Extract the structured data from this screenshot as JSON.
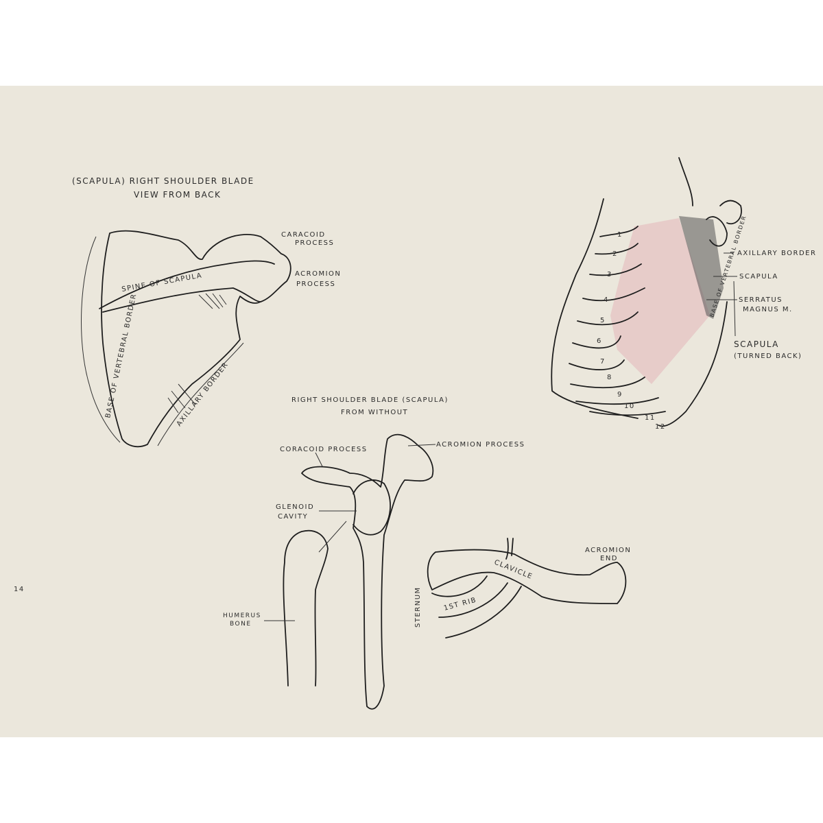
{
  "figure_back": {
    "title_line1": "(SCAPULA) RIGHT SHOULDER BLADE",
    "title_line2": "VIEW FROM BACK",
    "labels": {
      "coracoid_1": "CARACOID",
      "coracoid_2": "PROCESS",
      "acromion_1": "ACROMION",
      "acromion_2": "PROCESS",
      "spine": "SPINE OF SCAPULA",
      "vertebral_border": "BASE OF VERTEBRAL BORDER",
      "axillary_border": "AXILLARY BORDER"
    }
  },
  "figure_ribcage": {
    "labels": {
      "axillary_border": "AXILLARY BORDER",
      "scapula": "SCAPULA",
      "serratus_1": "SERRATUS",
      "serratus_2": "MAGNUS M.",
      "turned_1": "SCAPULA",
      "turned_2": "(TURNED BACK)",
      "vertebral": "BASE OF VERTEBRAL BORDER"
    },
    "rib_numbers": [
      "1",
      "2",
      "3",
      "4",
      "5",
      "6",
      "7",
      "8",
      "9",
      "10",
      "11",
      "12"
    ],
    "muscle_color": "#e6c3c3"
  },
  "figure_without": {
    "title_line1": "RIGHT SHOULDER BLADE (SCAPULA)",
    "title_line2": "FROM WITHOUT",
    "labels": {
      "coracoid": "CORACOID PROCESS",
      "acromion": "ACROMION PROCESS",
      "glenoid_1": "GLENOID",
      "glenoid_2": "CAVITY",
      "humerus_1": "HUMERUS",
      "humerus_2": "BONE"
    }
  },
  "figure_clavicle": {
    "labels": {
      "sternum": "STERNUM",
      "first_rib": "1ST RIB",
      "clavicle": "CLAVICLE",
      "acromion_end_1": "ACROMION",
      "acromion_end_2": "END"
    }
  },
  "margin_marks": [
    "14"
  ],
  "paper_color": "#ebe7dc"
}
